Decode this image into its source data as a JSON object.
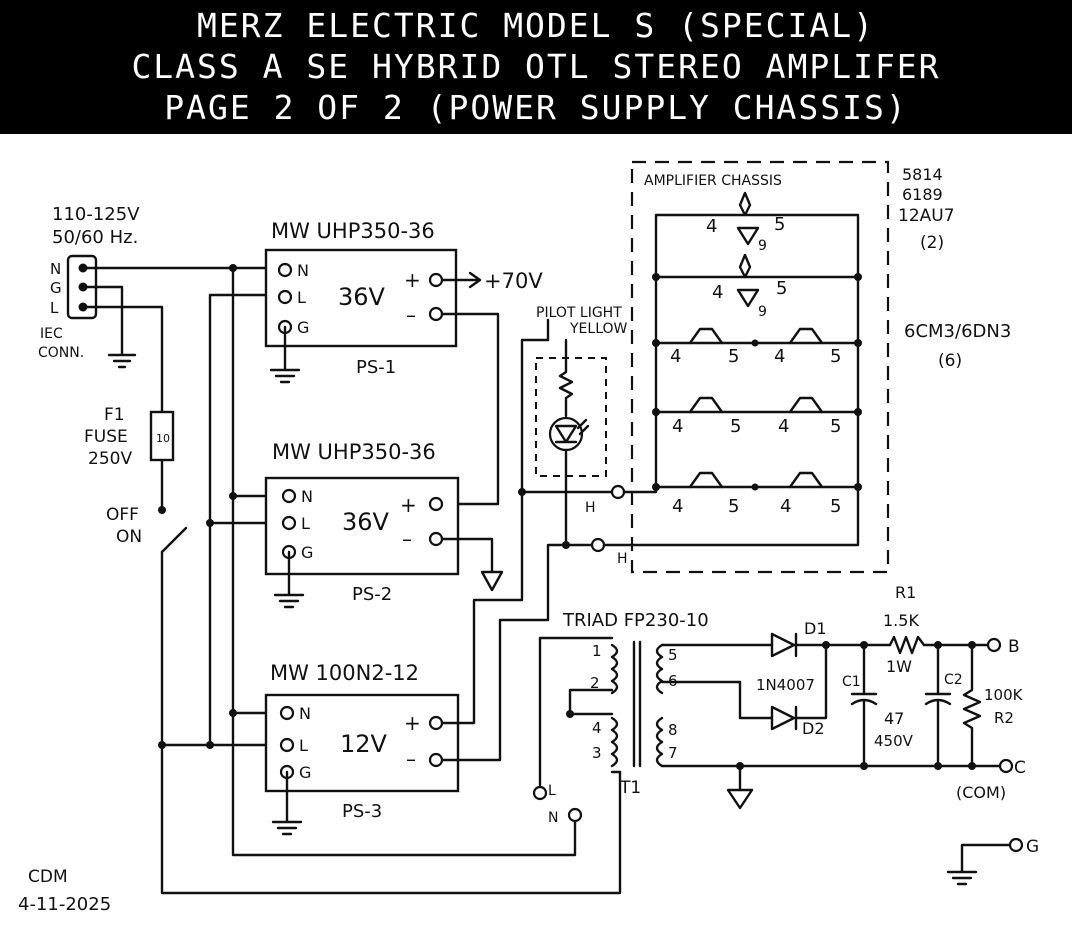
{
  "title": {
    "line1": "MERZ ELECTRIC MODEL S (SPECIAL)",
    "line2": "CLASS A SE HYBRID OTL STEREO AMPLIFER",
    "line3": "PAGE 2 OF 2 (POWER SUPPLY CHASSIS)"
  },
  "mains": {
    "voltage": "110-125V",
    "frequency": "50/60 Hz.",
    "pin_n": "N",
    "pin_g": "G",
    "pin_l": "L",
    "connector_line1": "IEC",
    "connector_line2": "CONN."
  },
  "fuse": {
    "ref": "F1",
    "label": "FUSE",
    "rating": "250V",
    "value": "10"
  },
  "switch": {
    "off": "OFF",
    "on": "ON"
  },
  "supplies": [
    {
      "model": "MW UHP350-36",
      "voltage": "36V",
      "ref": "PS-1",
      "pin_n": "N",
      "pin_l": "L",
      "pin_g": "G",
      "plus": "+",
      "minus": "–"
    },
    {
      "model": "MW UHP350-36",
      "voltage": "36V",
      "ref": "PS-2",
      "pin_n": "N",
      "pin_l": "L",
      "pin_g": "G",
      "plus": "+",
      "minus": "–"
    },
    {
      "model": "MW 100N2-12",
      "voltage": "12V",
      "ref": "PS-3",
      "pin_n": "N",
      "pin_l": "L",
      "pin_g": "G",
      "plus": "+",
      "minus": "–"
    }
  ],
  "output_70v": "+70V",
  "pilot": {
    "line1": "PILOT LIGHT",
    "line2": "YELLOW"
  },
  "amp_chassis": {
    "label": "AMPLIFIER CHASSIS",
    "tubes_small": [
      "5814",
      "6189",
      "12AU7"
    ],
    "tubes_small_count": "(2)",
    "tubes_power": "6CM3/6DN3",
    "tubes_power_count": "(6)",
    "heater_label": "H",
    "row1_pins": [
      "4",
      "5",
      "9"
    ],
    "row2_pins": [
      "4",
      "5",
      "9"
    ],
    "pair_pins": [
      "4",
      "5",
      "4",
      "5"
    ]
  },
  "transformer": {
    "model": "TRIAD FP230-10",
    "ref": "T1",
    "primary_pins": [
      "1",
      "2",
      "4",
      "3"
    ],
    "secondary_pins": [
      "5",
      "6",
      "8",
      "7"
    ],
    "line_l": "L",
    "line_n": "N"
  },
  "rectifier": {
    "d1": "D1",
    "d2": "D2",
    "diode_type": "1N4007",
    "r1_ref": "R1",
    "r1_value": "1.5K",
    "r1_power": "1W",
    "c1_ref": "C1",
    "c2_ref": "C2",
    "cap_value": "47",
    "cap_voltage": "450V",
    "r2_value": "100K",
    "r2_ref": "R2",
    "out_b": "B",
    "out_c": "C",
    "com": "(COM)",
    "ground": "G"
  },
  "author": {
    "initials": "CDM",
    "date": "4-11-2025"
  }
}
